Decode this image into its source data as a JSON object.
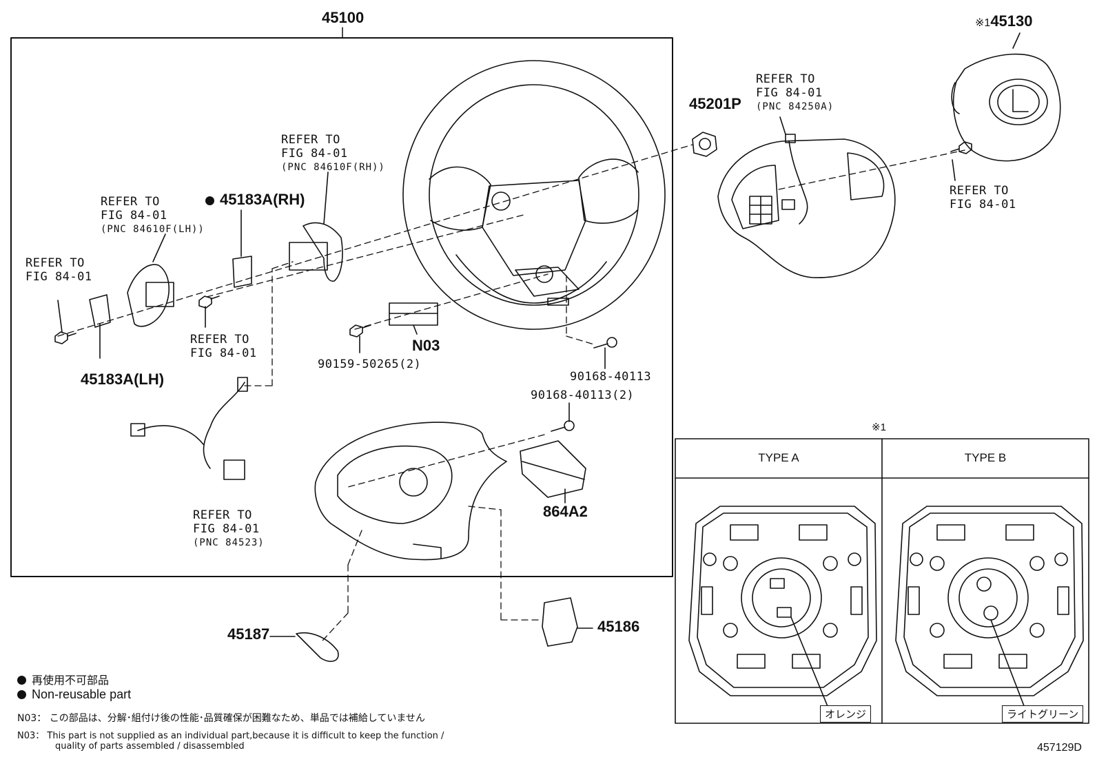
{
  "parts": {
    "assembly": "45100",
    "airbag": "45130",
    "airbag_mark": "※1",
    "nut": "45201P",
    "paddle_lh_bracket": "45183A(LH)",
    "paddle_rh_bracket": "45183A(RH)",
    "spiral": "N03",
    "screw_a": "90159-50265(2)",
    "screw_b": "90168-40113",
    "screw_c": "90168-40113(2)",
    "module": "864A2",
    "cover_lower": "45187",
    "cover_small": "45186"
  },
  "refs": {
    "refer_to": "REFER TO",
    "fig": "FIG 84-01",
    "pnc_rh": "(PNC 84610F(RH))",
    "pnc_lh": "(PNC 84610F(LH))",
    "pnc_switch": "(PNC 84250A)",
    "pnc_wire": "(PNC 84523)"
  },
  "inset": {
    "mark": "※1",
    "type_a": "TYPE A",
    "type_b": "TYPE B",
    "label_a": "オレンジ",
    "label_b": "ライトグリーン"
  },
  "legend": {
    "jp": "再使用不可部品",
    "en": "Non-reusable part"
  },
  "notes": {
    "code": "N03",
    "jp": "この部品は、分解･組付け後の性能･品質確保が困難なため、単品では補給していません",
    "en_line1": "This part is not supplied as an individual part,because it is difficult to keep the function /",
    "en_line2": "quality of parts assembled / disassembled"
  },
  "diagram_id": "457129D"
}
